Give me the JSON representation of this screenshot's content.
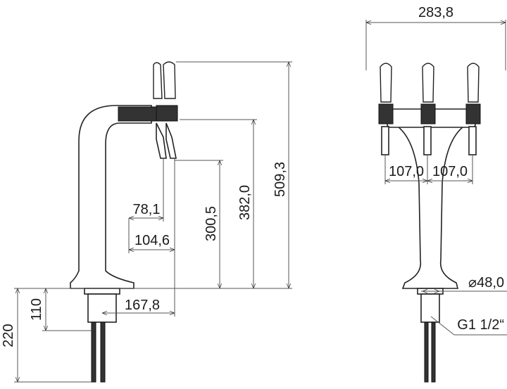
{
  "side_view": {
    "dimensions": {
      "total_height": "509,3",
      "head_height": "382,0",
      "spout_height": "300,5",
      "tap_offset_1": "78,1",
      "tap_offset_2": "104,6",
      "base_to_spout": "167,8",
      "shank_length": "110",
      "total_shank": "220"
    }
  },
  "front_view": {
    "dimensions": {
      "total_width": "283,8",
      "tap_spacing_left": "107,0",
      "tap_spacing_right": "107,0",
      "diameter": "⌀48,0",
      "thread": "G1 1/2“"
    }
  }
}
